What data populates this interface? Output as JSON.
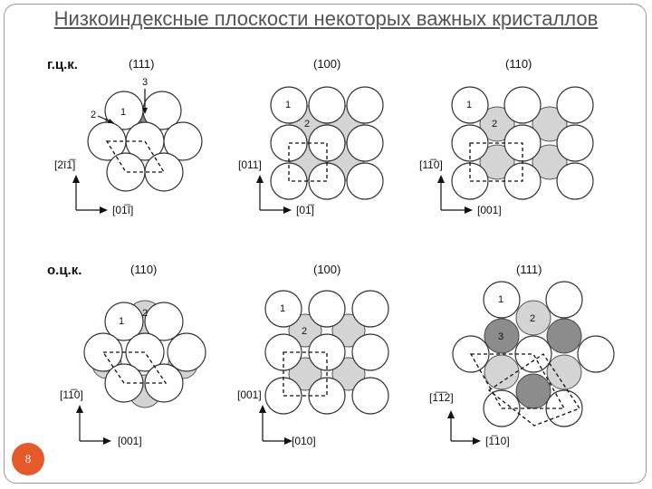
{
  "slide": {
    "title": "Низкоиндексные плоскости некоторых важных кристаллов",
    "page_number": "8",
    "accent_color": "#e65a2a"
  },
  "rows": [
    {
      "lattice": "г.ц.к.",
      "panels": [
        {
          "face": "(111)",
          "direction_up": "[2ī1̅]",
          "direction_right": "[01̅ī]",
          "labels": [
            "1",
            "2",
            "3"
          ]
        },
        {
          "face": "(100)",
          "direction_up": "[011]",
          "direction_right": "[01̅]",
          "labels": [
            "1",
            "2"
          ]
        },
        {
          "face": "(110)",
          "direction_up": "[11̅0]",
          "direction_right": "[001]",
          "labels": [
            "1",
            "2"
          ]
        }
      ]
    },
    {
      "lattice": "о.ц.к.",
      "panels": [
        {
          "face": "(110)",
          "direction_up": "[11̅0]",
          "direction_right": "[001]",
          "labels": [
            "1",
            "2"
          ]
        },
        {
          "face": "(100)",
          "direction_up": "[001]",
          "direction_right": "[010]",
          "labels": [
            "1",
            "2"
          ]
        },
        {
          "face": "(111)",
          "direction_up": "[1̅1̅2]",
          "direction_right": "[1̅10]",
          "labels": [
            "1",
            "2",
            "3"
          ]
        }
      ]
    }
  ]
}
